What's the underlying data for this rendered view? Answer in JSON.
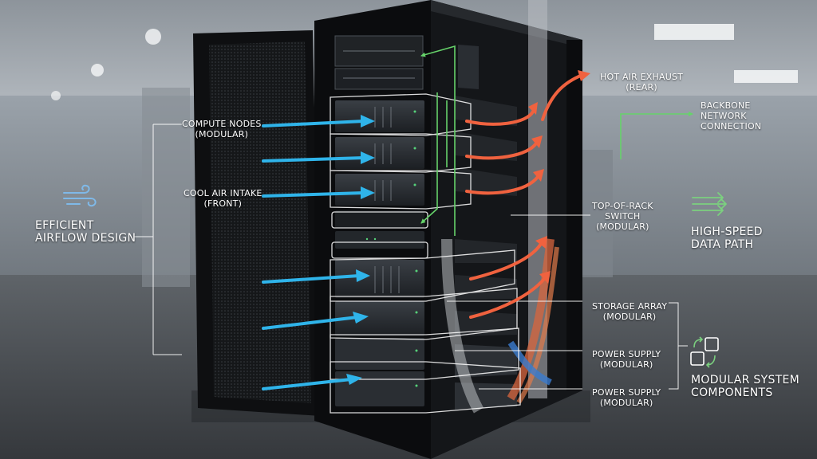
{
  "labels": {
    "compute_nodes": [
      "COMPUTE NODES",
      "(MODULAR)"
    ],
    "cool_air_intake": [
      "COOL AIR INTAKE",
      "(FRONT)"
    ],
    "hot_air_exhaust": [
      "HOT AIR EXHAUST",
      "(REAR)"
    ],
    "backbone": [
      "BACKBONE",
      "NETWORK",
      "CONNECTION"
    ],
    "top_of_rack": [
      "TOP-OF-RACK",
      "SWITCH",
      "(MODULAR)"
    ],
    "storage_array": [
      "STORAGE ARRAY",
      "(MODULAR)"
    ],
    "power_supply_1": [
      "POWER SUPPLY",
      "(MODULAR)"
    ],
    "power_supply_2": [
      "POWER SUPPLY",
      "(MODULAR)"
    ]
  },
  "features": {
    "airflow": [
      "EFFICIENT",
      "AIRFLOW DESIGN"
    ],
    "data_path": [
      "HIGH-SPEED",
      "DATA PATH"
    ],
    "modular": [
      "MODULAR SYSTEM",
      "COMPONENTS"
    ]
  },
  "icons": {
    "airflow": "wind-icon",
    "data_path": "data-flow-arrows-icon",
    "modular": "modular-blocks-icon"
  },
  "colors": {
    "cool_air": "#2fb4ea",
    "hot_air": "#f0623f",
    "network": "#66d36a",
    "outline": "#ffffff"
  }
}
